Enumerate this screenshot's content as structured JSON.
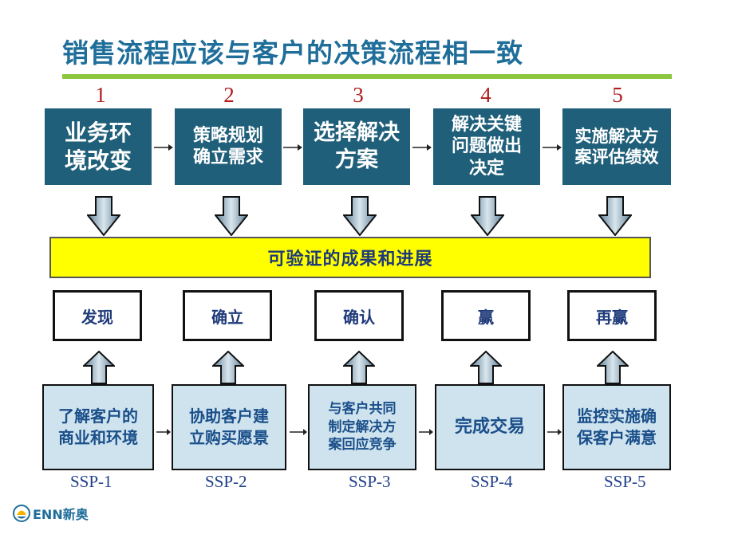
{
  "title": "销售流程应该与客户的决策流程相一致",
  "steps": [
    {
      "num": "1",
      "line1": "业务环",
      "line2": "境改变",
      "line3": ""
    },
    {
      "num": "2",
      "line1": "策略规划",
      "line2": "确立需求",
      "line3": ""
    },
    {
      "num": "3",
      "line1": "选择解决",
      "line2": "方案",
      "line3": ""
    },
    {
      "num": "4",
      "line1": "解决关键",
      "line2": "问题做出",
      "line3": "决定"
    },
    {
      "num": "5",
      "line1": "实施解决方",
      "line2": "案评估绩效",
      "line3": ""
    }
  ],
  "banner": "可验证的成果和进展",
  "outcomes": [
    "发现",
    "确立",
    "确认",
    "赢",
    "再赢"
  ],
  "ssp": [
    {
      "line1": "了解客户的",
      "line2": "商业和环境",
      "line3": "",
      "label": "SSP-1"
    },
    {
      "line1": "协助客户建",
      "line2": "立购买愿景",
      "line3": "",
      "label": "SSP-2"
    },
    {
      "line1": "与客户共同",
      "line2": "制定解决方",
      "line3": "案回应竞争",
      "label": "SSP-3"
    },
    {
      "line1": "完成交易",
      "line2": "",
      "line3": "",
      "label": "SSP-4"
    },
    {
      "line1": "监控实施确",
      "line2": "保客户满意",
      "line3": "",
      "label": "SSP-5"
    }
  ],
  "logo": {
    "text": "ENN新奥"
  },
  "colors": {
    "title": "#1f6e9a",
    "step_fill": "#1f5f7a",
    "banner_fill": "#ffff00",
    "ssp_fill": "#cfe3ee",
    "accent_green": "#8dc63f",
    "number_red": "#b01c1c"
  }
}
